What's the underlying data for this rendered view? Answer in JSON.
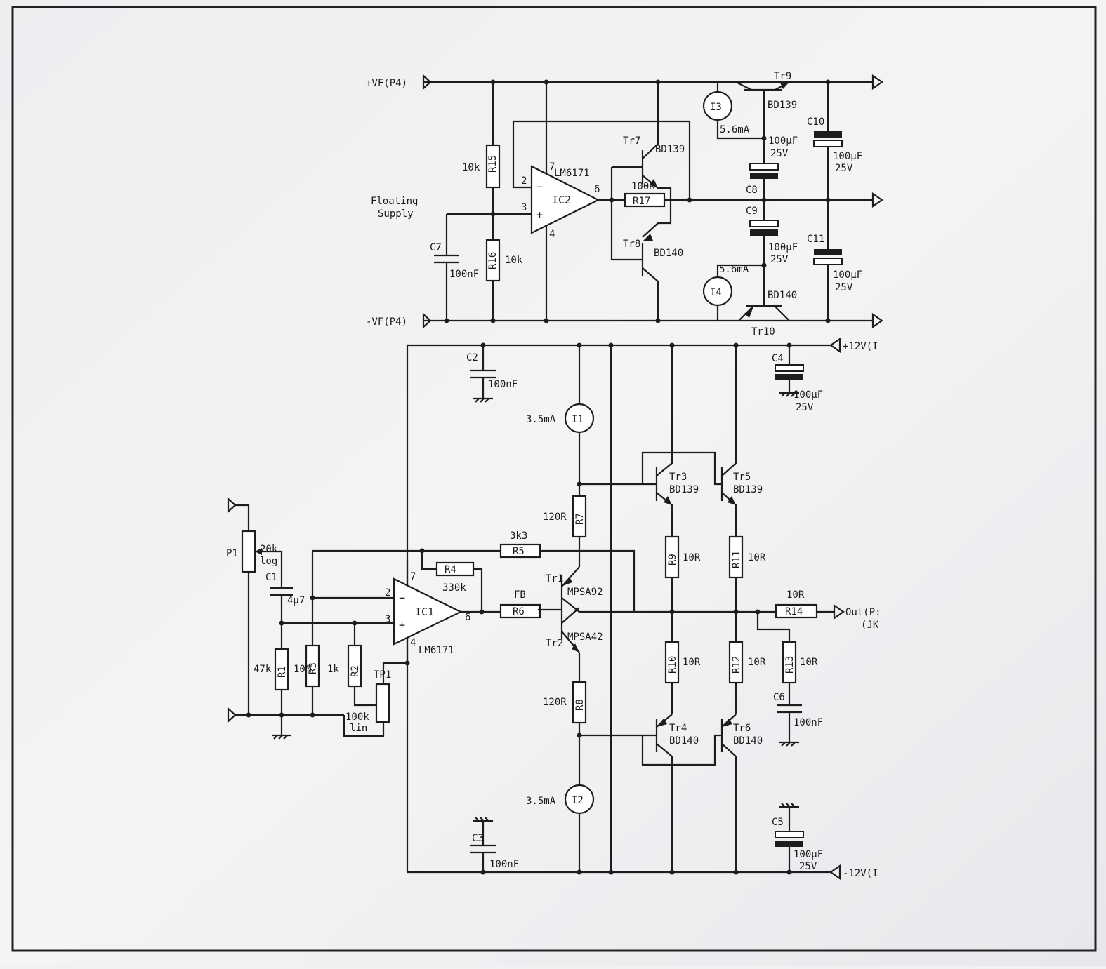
{
  "nets": {
    "vf_pos": "+VF(P4)",
    "vf_neg": "-VF(P4)",
    "v12_pos": "+12V(I",
    "v12_neg": "-12V(I",
    "out": "Out(P:",
    "out2": "(JK",
    "floating": "Floating",
    "supply": "Supply"
  },
  "ics": [
    {
      "ref": "IC1",
      "part": "LM6171",
      "pin_inv": "2",
      "pin_non": "3",
      "pin_out": "6",
      "pin_vp": "7",
      "pin_vn": "4"
    },
    {
      "ref": "IC2",
      "part": "LM6171",
      "pin_inv": "2",
      "pin_non": "3",
      "pin_out": "6",
      "pin_vp": "7",
      "pin_vn": "4"
    }
  ],
  "resistors": [
    {
      "ref": "R15",
      "value": "10k"
    },
    {
      "ref": "R16",
      "value": "10k"
    },
    {
      "ref": "R17",
      "value": "100R"
    },
    {
      "ref": "R5",
      "value": "3k3"
    },
    {
      "ref": "R4",
      "value": "330k"
    },
    {
      "ref": "R6",
      "value": "FB"
    },
    {
      "ref": "R7",
      "value": "120R"
    },
    {
      "ref": "R8",
      "value": "120R"
    },
    {
      "ref": "R9",
      "value": "10R"
    },
    {
      "ref": "R10",
      "value": "10R"
    },
    {
      "ref": "R11",
      "value": "10R"
    },
    {
      "ref": "R12",
      "value": "10R"
    },
    {
      "ref": "R13",
      "value": "10R"
    },
    {
      "ref": "R14",
      "value": "10R"
    },
    {
      "ref": "R1",
      "value": "47k"
    },
    {
      "ref": "R2",
      "value": "1k"
    },
    {
      "ref": "R3",
      "value": "10M"
    }
  ],
  "capacitors": [
    {
      "ref": "C7",
      "value": "100nF"
    },
    {
      "ref": "C8",
      "value": "100µF",
      "volt": "25V"
    },
    {
      "ref": "C9",
      "value": "100µF",
      "volt": "25V"
    },
    {
      "ref": "C10",
      "value": "100µF",
      "volt": "25V"
    },
    {
      "ref": "C11",
      "value": "100µF",
      "volt": "25V"
    },
    {
      "ref": "C2",
      "value": "100nF"
    },
    {
      "ref": "C3",
      "value": "100nF"
    },
    {
      "ref": "C4",
      "value": "100µF",
      "volt": "25V"
    },
    {
      "ref": "C5",
      "value": "100µF",
      "volt": "25V"
    },
    {
      "ref": "C6",
      "value": "100nF"
    },
    {
      "ref": "C1",
      "value": "4µ7"
    }
  ],
  "transistors": [
    {
      "ref": "Tr7",
      "part": "BD139"
    },
    {
      "ref": "Tr8",
      "part": "BD140"
    },
    {
      "ref": "Tr9",
      "part": "BD139"
    },
    {
      "ref": "Tr10",
      "part": "BD140"
    },
    {
      "ref": "Tr1",
      "part": "MPSA92"
    },
    {
      "ref": "Tr2",
      "part": "MPSA42"
    },
    {
      "ref": "Tr3",
      "part": "BD139"
    },
    {
      "ref": "Tr4",
      "part": "BD140"
    },
    {
      "ref": "Tr5",
      "part": "BD139"
    },
    {
      "ref": "Tr6",
      "part": "BD140"
    }
  ],
  "sources": [
    {
      "ref": "I1",
      "value": "3.5mA"
    },
    {
      "ref": "I2",
      "value": "3.5mA"
    },
    {
      "ref": "I3",
      "value": "5.6mA"
    },
    {
      "ref": "I4",
      "value": "5.6mA"
    }
  ],
  "pots": [
    {
      "ref": "P1",
      "value": "20k",
      "taper": "log"
    },
    {
      "ref": "TP1",
      "value": "100k",
      "taper": "lin"
    }
  ]
}
